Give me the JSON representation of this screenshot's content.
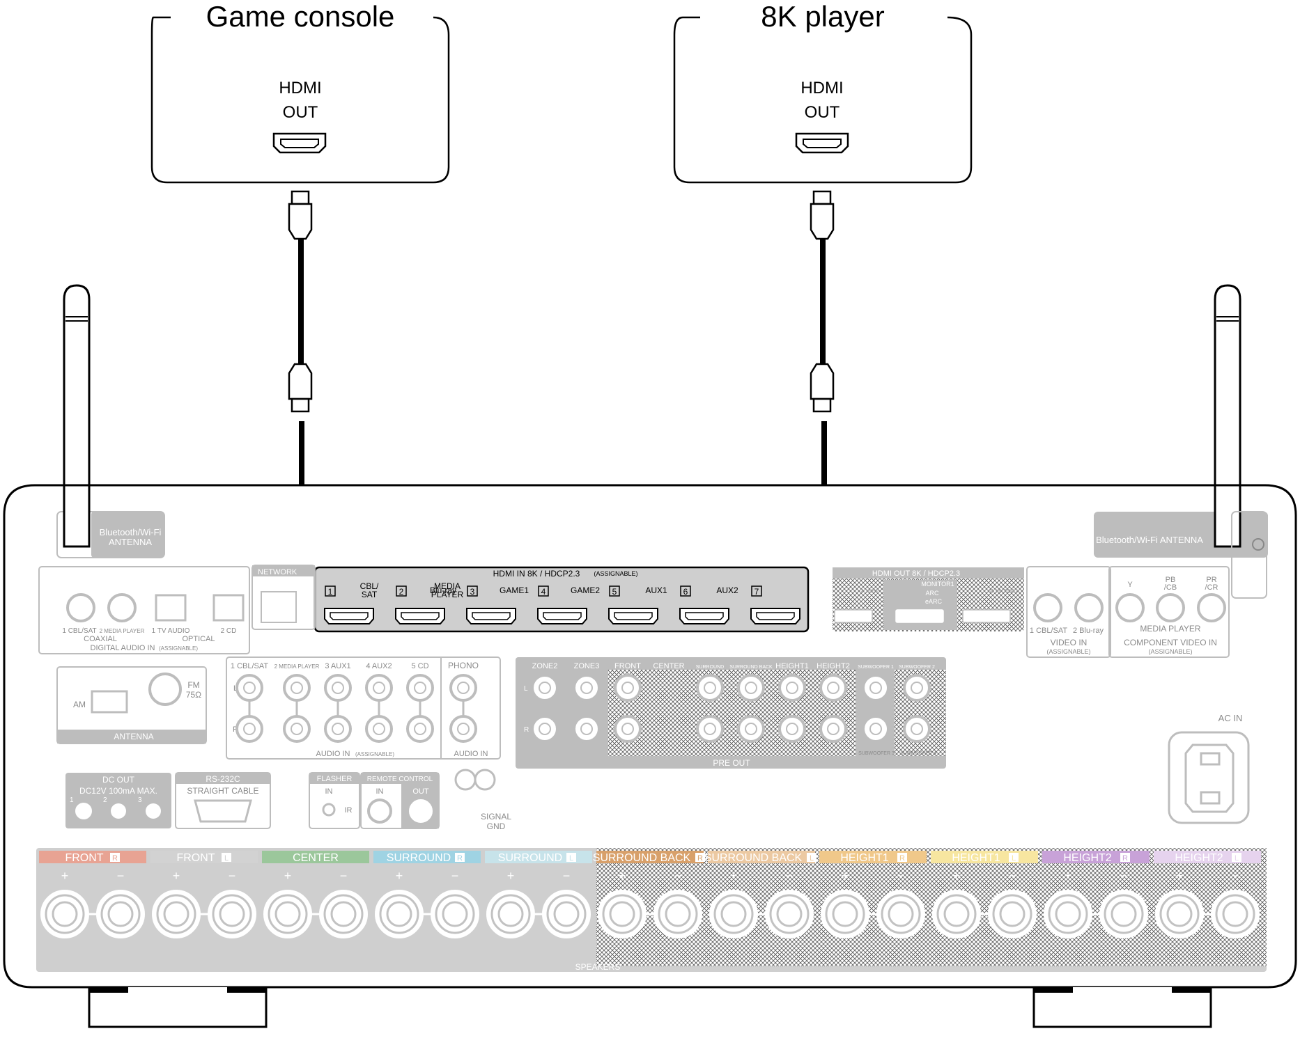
{
  "devices": {
    "game_console": {
      "title": "Game console",
      "port_line1": "HDMI",
      "port_line2": "OUT"
    },
    "player_8k": {
      "title": "8K player",
      "port_line1": "HDMI",
      "port_line2": "OUT"
    }
  },
  "antenna": {
    "left_label_1": "Bluetooth/Wi-Fi",
    "left_label_2": "ANTENNA",
    "right_label": "Bluetooth/Wi-Fi ANTENNA"
  },
  "hdmi_in": {
    "header": "HDMI IN 8K / HDCP2.3",
    "header_note": "(ASSIGNABLE)",
    "ports": [
      {
        "num": "1",
        "label": "CBL/",
        "label2": "SAT"
      },
      {
        "num": "2",
        "label": "MEDIA",
        "label2": "PLAYER"
      },
      {
        "num": "3",
        "label": "Blu-ray",
        "label2": ""
      },
      {
        "num": "4",
        "label": "GAME1",
        "label2": ""
      },
      {
        "num": "5",
        "label": "GAME2",
        "label2": ""
      },
      {
        "num": "6",
        "label": "AUX1",
        "label2": ""
      },
      {
        "num": "7",
        "label": "AUX2",
        "label2": ""
      }
    ]
  },
  "hdmi_out": {
    "header": "HDMI OUT 8K / HDCP2.3",
    "zone2": "ZONE2",
    "monitor1": "MONITOR1",
    "arc": "ARC",
    "earc": "eARC",
    "monitor2": "MONITOR2"
  },
  "network": "NETWORK",
  "digital_audio": {
    "items": [
      "1 CBL/SAT",
      "2 MEDIA PLAYER",
      "1 TV AUDIO",
      "2 CD"
    ],
    "coaxial": "COAXIAL",
    "optical": "OPTICAL",
    "footer": "DIGITAL AUDIO IN",
    "footer_note": "(ASSIGNABLE)"
  },
  "video_in": {
    "items": [
      "1 CBL/SAT",
      "2 Blu-ray"
    ],
    "footer": "VIDEO IN",
    "note": "(ASSIGNABLE)"
  },
  "component": {
    "y": "Y",
    "pb": "PB",
    "pb2": "/CB",
    "pr": "PR",
    "pr2": "/CR",
    "label": "MEDIA PLAYER",
    "footer": "COMPONENT VIDEO IN",
    "note": "(ASSIGNABLE)"
  },
  "antenna_panel": {
    "am": "AM",
    "fm": "FM",
    "fm_ohm": "75Ω",
    "footer": "ANTENNA"
  },
  "audio_in": {
    "items": [
      "1 CBL/SAT",
      "2 MEDIA PLAYER",
      "3 AUX1",
      "4 AUX2",
      "5 CD"
    ],
    "phono": "PHONO",
    "footer": "AUDIO IN",
    "footer_note": "(ASSIGNABLE)",
    "phono_footer": "AUDIO IN",
    "l": "L",
    "r": "R"
  },
  "pre_out": {
    "labels": [
      "ZONE2",
      "ZONE3",
      "FRONT",
      "CENTER",
      "SURROUND",
      "SURROUND BACK",
      "HEIGHT1",
      "HEIGHT2",
      "SUBWOOFER 1",
      "SUBWOOFER 2"
    ],
    "sub3": "SUBWOOFER 3",
    "sub4": "SUBWOOFER 4",
    "footer": "PRE OUT"
  },
  "dc_out": {
    "title": "DC OUT",
    "spec": "DC12V 100mA MAX.",
    "n1": "1",
    "n2": "2",
    "n3": "3"
  },
  "rs232": {
    "title": "RS-232C",
    "sub": "STRAIGHT CABLE"
  },
  "flasher": {
    "title": "FLASHER",
    "in": "IN",
    "ir": "IR"
  },
  "remote": {
    "title": "REMOTE CONTROL",
    "in": "IN",
    "out": "OUT"
  },
  "signal_gnd": {
    "line1": "SIGNAL",
    "line2": "GND"
  },
  "ac_in": "AC IN",
  "speakers": {
    "groups": [
      {
        "name": "FRONT",
        "side": "R",
        "color": "#e8a393"
      },
      {
        "name": "FRONT",
        "side": "L",
        "color": "#d2d2d2"
      },
      {
        "name": "CENTER",
        "side": "",
        "color": "#9bc79b"
      },
      {
        "name": "SURROUND",
        "side": "R",
        "color": "#9fd3e3"
      },
      {
        "name": "SURROUND",
        "side": "L",
        "color": "#c7e3ea"
      },
      {
        "name": "SURROUND BACK",
        "side": "R",
        "color": "#d8a06a"
      },
      {
        "name": "SURROUND BACK",
        "side": "L",
        "color": "#ecc9a2"
      },
      {
        "name": "HEIGHT1",
        "side": "R",
        "color": "#f0c88a"
      },
      {
        "name": "HEIGHT1",
        "side": "L",
        "color": "#f7e6a0"
      },
      {
        "name": "HEIGHT2",
        "side": "R",
        "color": "#c8a2d8"
      },
      {
        "name": "HEIGHT2",
        "side": "L",
        "color": "#e6d3ee"
      }
    ],
    "plus": "+",
    "minus": "−",
    "footer": "SPEAKERS"
  }
}
